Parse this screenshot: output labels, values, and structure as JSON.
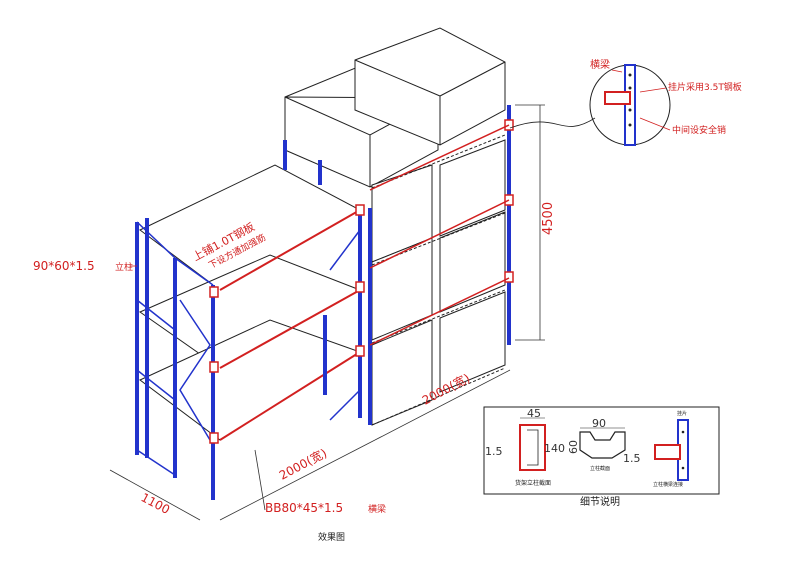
{
  "colors": {
    "upright": "#2233cc",
    "beam": "#d22020",
    "line": "#222222",
    "annotation": "#d22020"
  },
  "labels": {
    "upright_spec": "90*60*1.5",
    "upright_spec_suffix": "立柱",
    "beam_spec": "BB80*45*1.5",
    "beam_spec_suffix": "横梁",
    "deck_line1": "上铺1.0T钢板",
    "deck_line2": "下设方通加强筋",
    "caption": "效果图"
  },
  "dimensions": {
    "height": "4500",
    "depth": "1100",
    "front_width": "2000(宽)",
    "side_width": "2000(宽)"
  },
  "callout": {
    "beam_label": "横梁",
    "plate_label": "挂片采用3.5T钢板",
    "pin_label": "中间设安全销"
  },
  "details": {
    "title": "细节说明",
    "upright_width": "45",
    "upright_depth": "140",
    "upright_thickness": "1.5",
    "upright_caption": "货架立柱截面",
    "beam_width": "90",
    "beam_height": "60",
    "beam_thickness": "1.5",
    "beam_caption": "立柱截面",
    "connector_caption": "立柱横梁连接",
    "connector_tag": "挂片"
  }
}
